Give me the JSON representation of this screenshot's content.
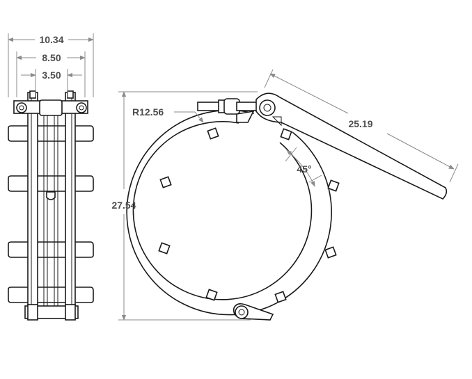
{
  "dimensions": {
    "overall_width": "10.34",
    "inner_width": "8.50",
    "center_width": "3.50",
    "radius": "R12.56",
    "height": "27.54",
    "handle_length": "25.19",
    "angle": "45°"
  },
  "colors": {
    "line": "#1a1a1a",
    "dimension": "#8a8a8a",
    "text": "#4d4d4d",
    "background": "#ffffff"
  }
}
